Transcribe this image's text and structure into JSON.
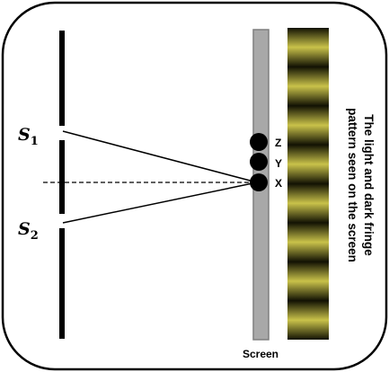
{
  "slits": [
    {
      "letter": "S",
      "sub": "1"
    },
    {
      "letter": "S",
      "sub": "2"
    }
  ],
  "points": [
    "Z",
    "Y",
    "X"
  ],
  "screen_label": "Screen",
  "pattern_caption": [
    "The light and dark fringe",
    "pattern seen on the screen"
  ],
  "colors": {
    "frame": "#000000",
    "screen_fill": "#a8a8a8",
    "screen_border": "#7f7f7f",
    "fringe_bright": "#c9c24a",
    "fringe_dark": "#121203"
  },
  "fringe_count": 8
}
